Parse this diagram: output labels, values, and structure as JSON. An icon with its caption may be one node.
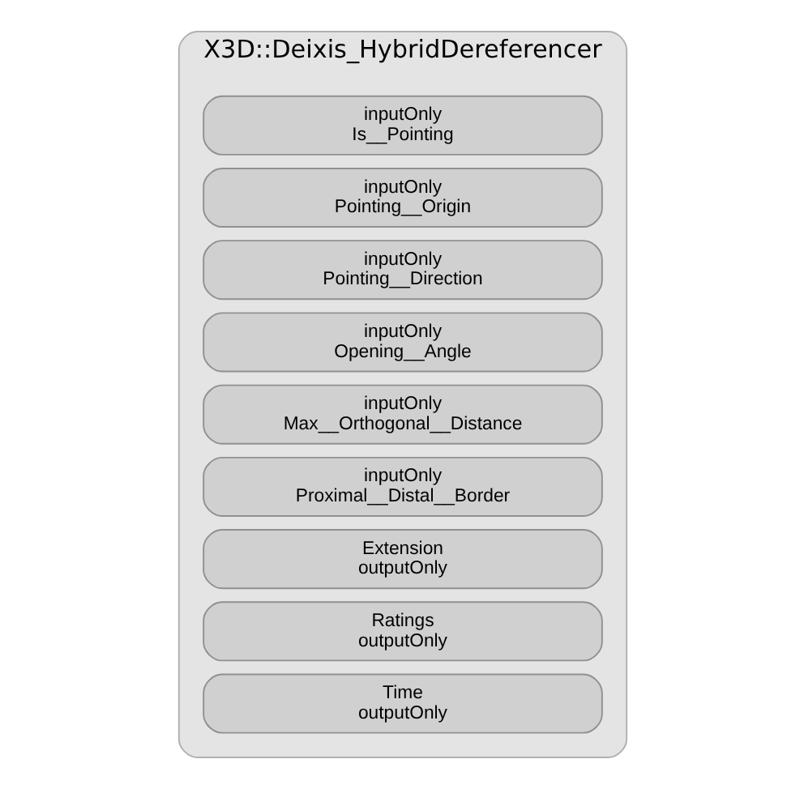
{
  "diagram": {
    "nodes": [
      {
        "text": [
          "X3D::Deixis_HybridDereferencer"
        ]
      },
      {
        "text": [
          "inputOnly",
          "Is__Pointing"
        ],
        "in": 0
      },
      {
        "text": [
          "inputOnly",
          "Pointing__Origin"
        ],
        "in": 0
      },
      {
        "text": [
          "inputOnly",
          "Pointing__Direction"
        ],
        "in": 0
      },
      {
        "text": [
          "inputOnly",
          "Opening__Angle"
        ],
        "in": 0
      },
      {
        "text": [
          "inputOnly",
          "Max__Orthogonal__Distance"
        ],
        "in": 0
      },
      {
        "text": [
          "inputOnly",
          "Proximal__Distal__Border"
        ],
        "in": 0
      },
      {
        "text": [
          "Extension",
          "outputOnly"
        ],
        "in": 0
      },
      {
        "text": [
          "Ratings",
          "outputOnly"
        ],
        "in": 0
      },
      {
        "text": [
          "Time",
          "outputOnly"
        ],
        "in": 0
      }
    ]
  }
}
